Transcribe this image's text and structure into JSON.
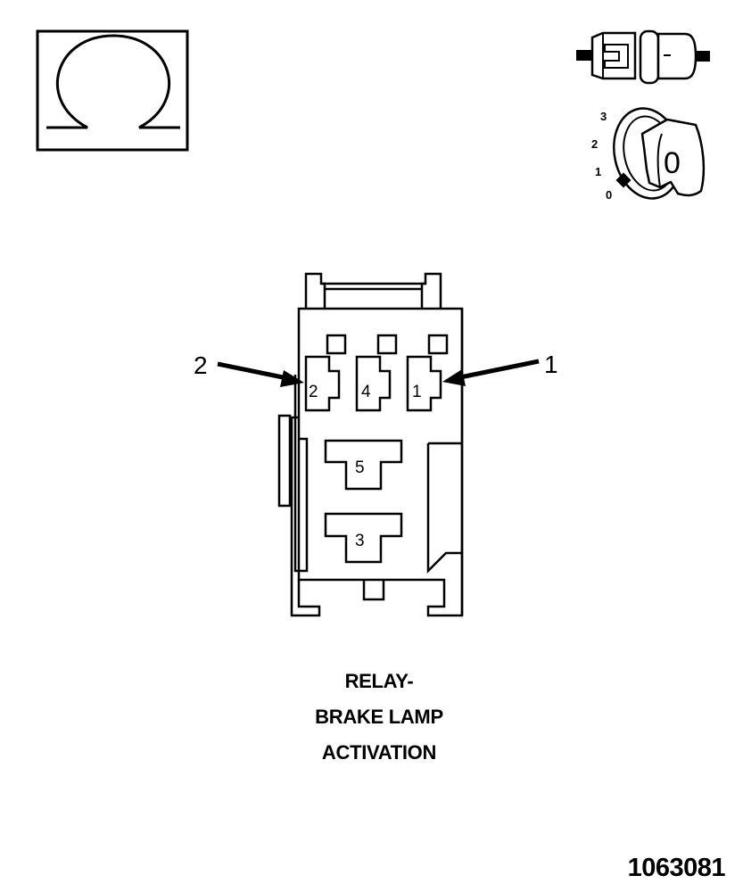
{
  "ohmmeter_symbol": {
    "icon": "omega-icon",
    "glyph": "Ω"
  },
  "connector_icon": {
    "icon": "connector-disconnected-icon"
  },
  "ignition": {
    "icon": "ignition-key-icon",
    "positions": [
      "3",
      "2",
      "1",
      "0"
    ],
    "key_label": "0"
  },
  "relay_connector": {
    "cavities": [
      "2",
      "4",
      "1",
      "5",
      "3"
    ],
    "callouts": [
      {
        "label": "2",
        "target_cavity": "2"
      },
      {
        "label": "1",
        "target_cavity": "1"
      }
    ]
  },
  "caption": {
    "line1": "RELAY-",
    "line2": "BRAKE LAMP",
    "line3": "ACTIVATION"
  },
  "figure_id": "1063081"
}
